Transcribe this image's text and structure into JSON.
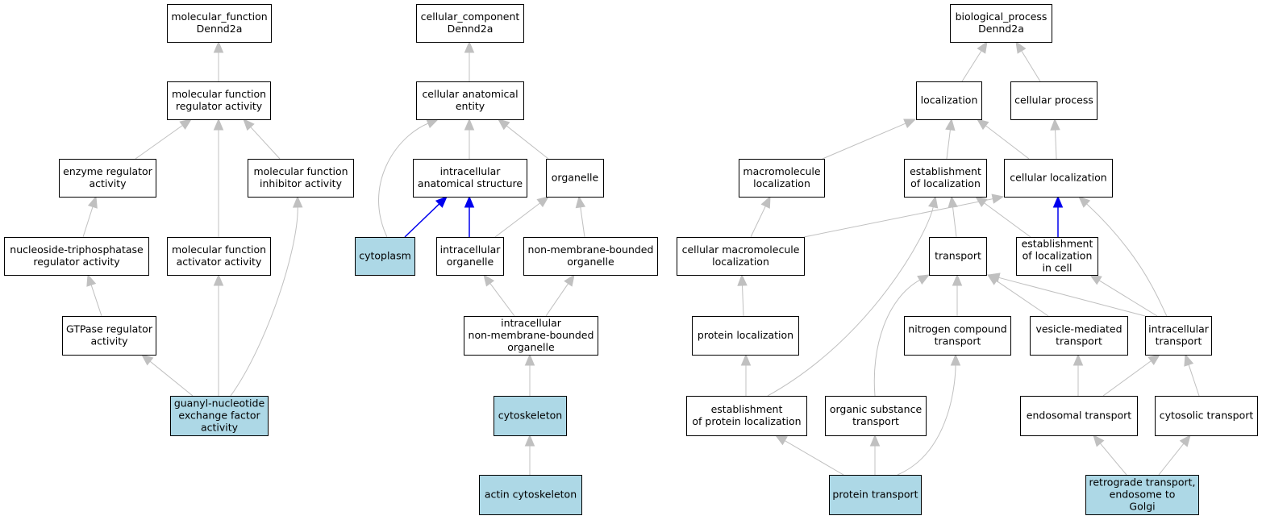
{
  "colors": {
    "default_fill": "#ffffff",
    "annotated_fill": "#add8e6",
    "edge_default": "#c0c0c0",
    "edge_highlight": "#0000ee"
  },
  "nodes": [
    {
      "id": "mf_root",
      "lines": [
        "molecular_function",
        "Dennd2a"
      ]
    },
    {
      "id": "mf_reg",
      "lines": [
        "molecular function",
        "regulator activity"
      ]
    },
    {
      "id": "enz_reg",
      "lines": [
        "enzyme regulator",
        "activity"
      ]
    },
    {
      "id": "mf_inh",
      "lines": [
        "molecular function",
        "inhibitor activity"
      ]
    },
    {
      "id": "ntp_reg",
      "lines": [
        "nucleoside-triphosphatase",
        "regulator activity"
      ]
    },
    {
      "id": "mf_act",
      "lines": [
        "molecular function",
        "activator activity"
      ]
    },
    {
      "id": "gtp_reg",
      "lines": [
        "GTPase regulator",
        "activity"
      ]
    },
    {
      "id": "gef",
      "lines": [
        "guanyl-nucleotide",
        "exchange factor",
        "activity"
      ],
      "annotated": true
    },
    {
      "id": "cc_root",
      "lines": [
        "cellular_component",
        "Dennd2a"
      ]
    },
    {
      "id": "cae",
      "lines": [
        "cellular anatomical",
        "entity"
      ]
    },
    {
      "id": "ias",
      "lines": [
        "intracellular",
        "anatomical structure"
      ]
    },
    {
      "id": "organelle",
      "lines": [
        "organelle"
      ]
    },
    {
      "id": "cytoplasm",
      "lines": [
        "cytoplasm"
      ],
      "annotated": true
    },
    {
      "id": "ic_org",
      "lines": [
        "intracellular",
        "organelle"
      ]
    },
    {
      "id": "nmbo",
      "lines": [
        "non-membrane-bounded",
        "organelle"
      ]
    },
    {
      "id": "ic_nmbo",
      "lines": [
        "intracellular",
        "non-membrane-bounded",
        "organelle"
      ]
    },
    {
      "id": "cytoskel",
      "lines": [
        "cytoskeleton"
      ],
      "annotated": true
    },
    {
      "id": "actin",
      "lines": [
        "actin cytoskeleton"
      ],
      "annotated": true
    },
    {
      "id": "bp_root",
      "lines": [
        "biological_process",
        "Dennd2a"
      ]
    },
    {
      "id": "loc",
      "lines": [
        "localization"
      ]
    },
    {
      "id": "cell_proc",
      "lines": [
        "cellular process"
      ]
    },
    {
      "id": "mm_loc",
      "lines": [
        "macromolecule",
        "localization"
      ]
    },
    {
      "id": "est_loc",
      "lines": [
        "establishment",
        "of localization"
      ]
    },
    {
      "id": "cell_loc",
      "lines": [
        "cellular localization"
      ]
    },
    {
      "id": "cell_mm_loc",
      "lines": [
        "cellular macromolecule",
        "localization"
      ]
    },
    {
      "id": "transport",
      "lines": [
        "transport"
      ]
    },
    {
      "id": "est_loc_cell",
      "lines": [
        "establishment",
        "of localization",
        "in cell"
      ]
    },
    {
      "id": "prot_loc",
      "lines": [
        "protein localization"
      ]
    },
    {
      "id": "nitro",
      "lines": [
        "nitrogen compound",
        "transport"
      ]
    },
    {
      "id": "vesicle",
      "lines": [
        "vesicle-mediated",
        "transport"
      ]
    },
    {
      "id": "ic_trans",
      "lines": [
        "intracellular",
        "transport"
      ]
    },
    {
      "id": "est_prot_loc",
      "lines": [
        "establishment",
        "of protein localization"
      ]
    },
    {
      "id": "org_sub",
      "lines": [
        "organic substance",
        "transport"
      ]
    },
    {
      "id": "endo",
      "lines": [
        "endosomal transport"
      ]
    },
    {
      "id": "cytosolic",
      "lines": [
        "cytosolic transport"
      ]
    },
    {
      "id": "prot_trans",
      "lines": [
        "protein transport"
      ],
      "annotated": true
    },
    {
      "id": "retro",
      "lines": [
        "retrograde transport,",
        "endosome to",
        "Golgi"
      ],
      "annotated": true
    }
  ],
  "edges": [
    {
      "from": "mf_reg",
      "to": "mf_root"
    },
    {
      "from": "enz_reg",
      "to": "mf_reg"
    },
    {
      "from": "mf_act",
      "to": "mf_reg"
    },
    {
      "from": "mf_inh",
      "to": "mf_reg"
    },
    {
      "from": "ntp_reg",
      "to": "enz_reg"
    },
    {
      "from": "gtp_reg",
      "to": "ntp_reg"
    },
    {
      "from": "gef",
      "to": "gtp_reg"
    },
    {
      "from": "gef",
      "to": "mf_act"
    },
    {
      "from": "gef",
      "to": "mf_inh"
    },
    {
      "from": "cae",
      "to": "cc_root"
    },
    {
      "from": "ias",
      "to": "cae"
    },
    {
      "from": "organelle",
      "to": "cae"
    },
    {
      "from": "cytoplasm",
      "to": "cae"
    },
    {
      "from": "cytoplasm",
      "to": "ias",
      "highlight": true
    },
    {
      "from": "ic_org",
      "to": "ias",
      "highlight": true
    },
    {
      "from": "ic_org",
      "to": "organelle"
    },
    {
      "from": "nmbo",
      "to": "organelle"
    },
    {
      "from": "ic_nmbo",
      "to": "ic_org"
    },
    {
      "from": "ic_nmbo",
      "to": "nmbo"
    },
    {
      "from": "cytoskel",
      "to": "ic_nmbo"
    },
    {
      "from": "actin",
      "to": "cytoskel"
    },
    {
      "from": "loc",
      "to": "bp_root"
    },
    {
      "from": "cell_proc",
      "to": "bp_root"
    },
    {
      "from": "mm_loc",
      "to": "loc"
    },
    {
      "from": "est_loc",
      "to": "loc"
    },
    {
      "from": "cell_loc",
      "to": "loc"
    },
    {
      "from": "cell_loc",
      "to": "cell_proc"
    },
    {
      "from": "cell_mm_loc",
      "to": "mm_loc"
    },
    {
      "from": "cell_mm_loc",
      "to": "cell_loc"
    },
    {
      "from": "transport",
      "to": "est_loc"
    },
    {
      "from": "est_loc_cell",
      "to": "est_loc"
    },
    {
      "from": "est_loc_cell",
      "to": "cell_loc",
      "highlight": true
    },
    {
      "from": "ic_trans",
      "to": "cell_loc"
    },
    {
      "from": "ic_trans",
      "to": "est_loc_cell"
    },
    {
      "from": "ic_trans",
      "to": "transport"
    },
    {
      "from": "prot_loc",
      "to": "cell_mm_loc"
    },
    {
      "from": "nitro",
      "to": "transport"
    },
    {
      "from": "vesicle",
      "to": "transport"
    },
    {
      "from": "org_sub",
      "to": "transport"
    },
    {
      "from": "est_prot_loc",
      "to": "prot_loc"
    },
    {
      "from": "est_prot_loc",
      "to": "est_loc"
    },
    {
      "from": "endo",
      "to": "vesicle"
    },
    {
      "from": "endo",
      "to": "ic_trans"
    },
    {
      "from": "cytosolic",
      "to": "ic_trans"
    },
    {
      "from": "prot_trans",
      "to": "est_prot_loc"
    },
    {
      "from": "prot_trans",
      "to": "org_sub"
    },
    {
      "from": "prot_trans",
      "to": "nitro"
    },
    {
      "from": "retro",
      "to": "endo"
    },
    {
      "from": "retro",
      "to": "cytosolic"
    }
  ]
}
